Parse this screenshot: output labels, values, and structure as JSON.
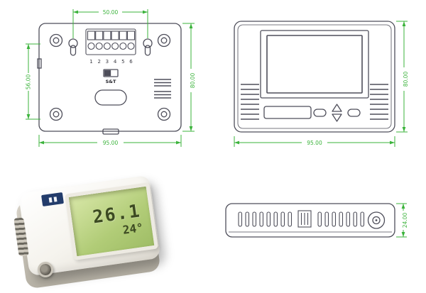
{
  "colors": {
    "dimension_green": "#3bb33b",
    "drawing_line": "#4e4e5a",
    "lcd_green": "#b6d181",
    "device_white": "#f2efe8"
  },
  "back_view": {
    "dim_hole_spacing": "50.00",
    "dim_width": "95.00",
    "dim_height": "80.00",
    "dim_left_height": "56.00",
    "terminal_numbers": [
      "1",
      "2",
      "3",
      "4",
      "5",
      "6"
    ],
    "switch_label": "S&T"
  },
  "front_view": {
    "dim_width": "95.00",
    "dim_height": "80.00"
  },
  "side_view": {
    "dim_thickness": "24.00"
  },
  "photo": {
    "lcd_line1": "26.1",
    "lcd_line2": "24°"
  }
}
